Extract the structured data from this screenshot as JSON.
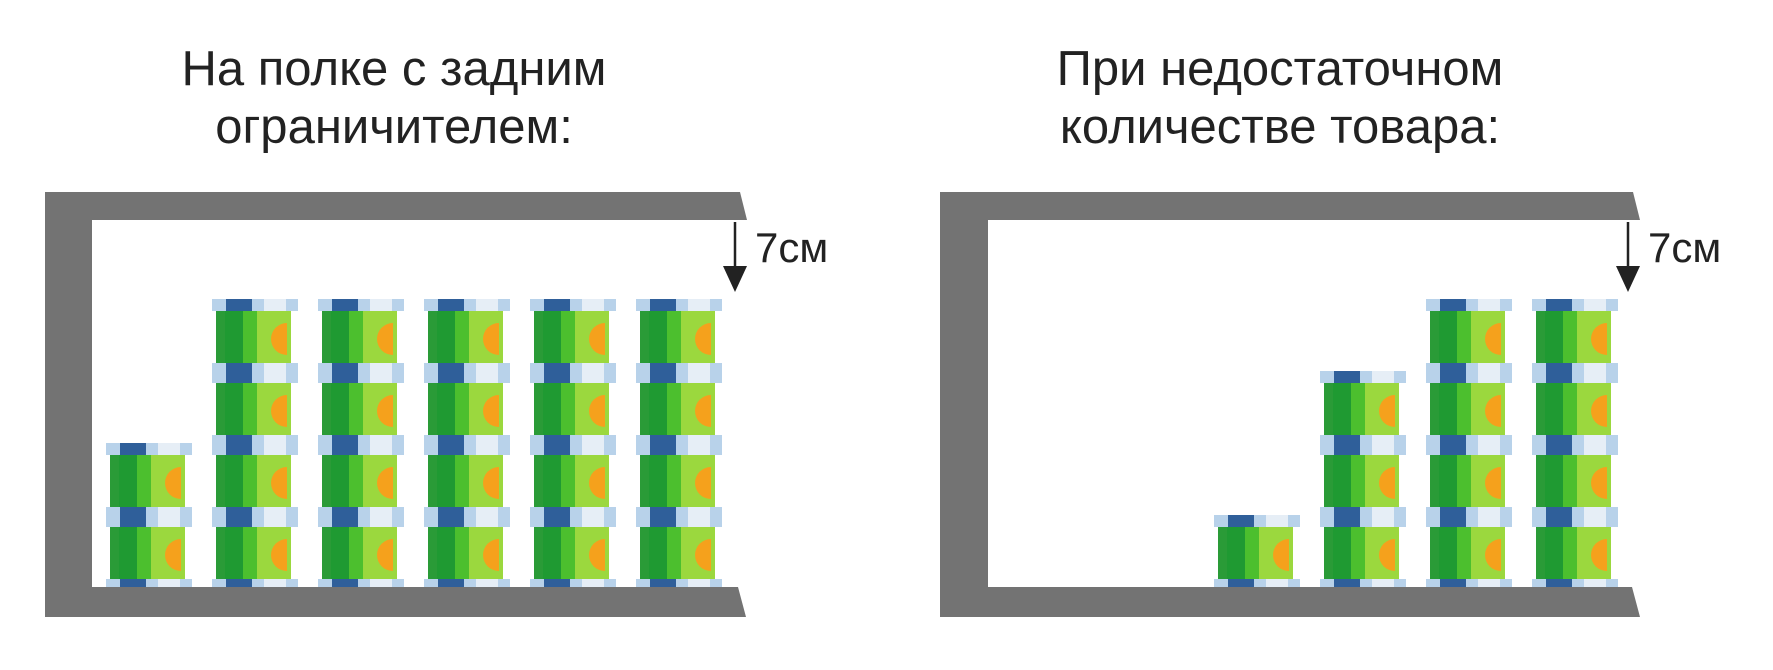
{
  "panels": [
    {
      "title_line1": "На полке с задним",
      "title_line2": "ограничителем:",
      "gap_label": "7см",
      "stacks": [
        2,
        4,
        4,
        4,
        4,
        4
      ]
    },
    {
      "title_line1": "При недостаточном",
      "title_line2": "количестве товара:",
      "gap_label": "7см",
      "stacks": [
        0,
        0,
        1,
        3,
        4,
        4
      ]
    }
  ],
  "colors": {
    "shelf": "#737373",
    "tub_dark_green": "#1f9a32",
    "tub_mid_green": "#4cbf2e",
    "tub_light_green": "#9bd83e",
    "tub_orange": "#f5a11c",
    "lid_blue": "#2f5f9a",
    "lid_light": "#b8d2ea",
    "lid_white": "#e6eef6"
  },
  "icons": [
    "shelf-bracket-icon",
    "down-arrow-icon",
    "product-tub-icon"
  ]
}
